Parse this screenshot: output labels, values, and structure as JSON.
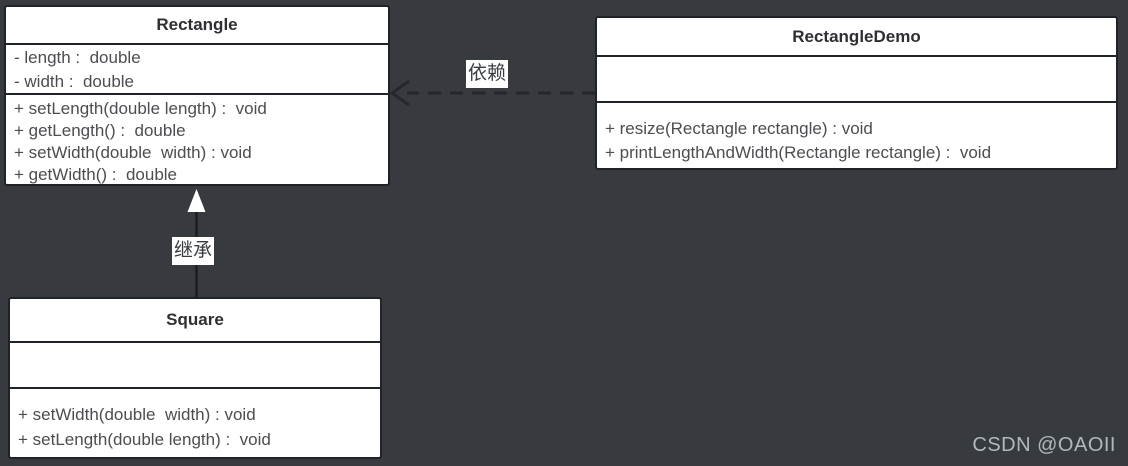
{
  "diagram": {
    "classes": [
      {
        "title": "Rectangle",
        "attributes": [
          "- length :  double",
          "- width :  double"
        ],
        "methods": [
          "+ setLength(double length) :  void",
          "+ getLength() :  double",
          "+ setWidth(double  width) : void",
          "+ getWidth() :  double"
        ]
      },
      {
        "title": "RectangleDemo",
        "attributes": [],
        "methods": [
          "+ resize(Rectangle rectangle) : void",
          "+ printLengthAndWidth(Rectangle rectangle) :  void"
        ]
      },
      {
        "title": "Square",
        "attributes": [],
        "methods": [
          "+ setWidth(double  width) : void",
          "+ setLength(double length) :  void"
        ]
      }
    ],
    "relationships": [
      {
        "type": "dependency",
        "label": "依赖",
        "from": "RectangleDemo",
        "to": "Rectangle",
        "line_style": "dashed",
        "arrowhead": "open"
      },
      {
        "type": "inheritance",
        "label": "继承",
        "from": "Square",
        "to": "Rectangle",
        "line_style": "solid",
        "arrowhead": "hollow-triangle"
      }
    ]
  },
  "watermark": "CSDN @OAOII",
  "colors": {
    "background": "#373b40",
    "box_background": "#ffffff",
    "box_border": "#1f2226",
    "member_text": "#4b4d50",
    "title_text": "#2d2f32",
    "connector_line": "#24272b",
    "inheritance_arrow_fill": "#ffffff",
    "edge_label_background": "#ffffff",
    "watermark_text": "#b2b8bc"
  }
}
